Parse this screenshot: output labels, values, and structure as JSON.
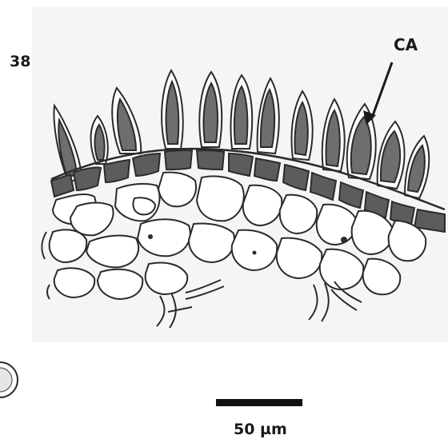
{
  "figure": {
    "number": "38",
    "annotation_label": "CA",
    "scale_bar_label": "50 µm"
  },
  "colors": {
    "background": "#ffffff",
    "panel": "#f6f5f5",
    "ink": "#2b2b2b",
    "cell_fill": "#ffffff",
    "hair_fill": "#6e6e6e",
    "epidermis_fill": "#5c5c5c"
  }
}
